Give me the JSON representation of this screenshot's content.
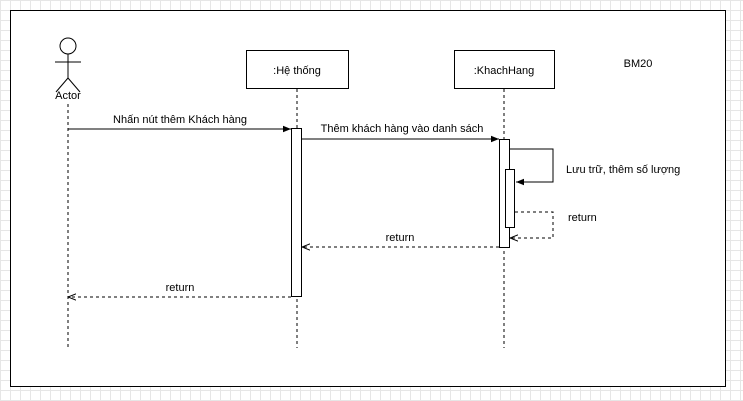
{
  "diagram": {
    "tag": "BM20",
    "actor": {
      "label": "Actor"
    },
    "participants": [
      {
        "label": ":Hệ thống"
      },
      {
        "label": ":KhachHang"
      }
    ],
    "messages": [
      {
        "label": "Nhấn nút thêm Khách hàng",
        "type": "sync"
      },
      {
        "label": "Thêm khách hàng vào danh sách",
        "type": "sync"
      },
      {
        "label": "Lưu trữ, thêm số lượng",
        "type": "self-sync"
      },
      {
        "label": "return",
        "type": "self-return"
      },
      {
        "label": "return",
        "type": "return"
      },
      {
        "label": "return",
        "type": "return"
      }
    ]
  }
}
